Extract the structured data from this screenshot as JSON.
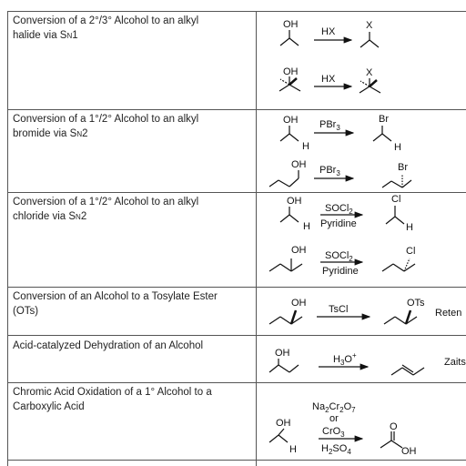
{
  "rows": [
    {
      "label": "Conversion of a 2°/3° Alcohol to an alkyl",
      "label2": "halide via SN1",
      "sub": "N",
      "label2pre": "halide via S",
      "label2post": "1",
      "reagent1": "HX",
      "reagent2": "HX",
      "reactant_label": "OH",
      "product_label": "X"
    },
    {
      "label": "Conversion of a 1°/2° Alcohol to an alkyl",
      "label2pre": "bromide via S",
      "sub": "N",
      "label2post": "2",
      "reagent1": "PBr",
      "reagent1_sub": "3",
      "reagent2": "PBr",
      "reagent2_sub": "3",
      "reactant_label": "OH",
      "product_label": "Br",
      "h_label": "H"
    },
    {
      "label": "Conversion of a 1°/2° Alcohol to an alkyl",
      "label2pre": "chloride via S",
      "sub": "N",
      "label2post": "2",
      "reagent1": "SOCl",
      "reagent1_sub": "2",
      "reagent1b": "Pyridine",
      "reagent2": "SOCl",
      "reagent2_sub": "2",
      "reagent2b": "Pyridine",
      "reactant_label": "OH",
      "product_label": "Cl",
      "h_label": "H"
    },
    {
      "label": "Conversion of an Alcohol to a Tosylate Ester",
      "label2": "(OTs)",
      "reagent1": "TsCl",
      "reactant_label": "OH",
      "product_label": "OTs",
      "note": "Reten"
    },
    {
      "label": "Acid-catalyzed Dehydration of an Alcohol",
      "reagent1": "H",
      "reagent1_sub": "3",
      "reagent1_sup": "O+",
      "reactant_label": "OH",
      "note": "Zaits"
    },
    {
      "label": "Chromic Acid Oxidation of a 1° Alcohol to a",
      "label2": "Carboxylic Acid",
      "reagent_a": "Na",
      "reagent_a_sub": "2",
      "reagent_a_b": "Cr",
      "reagent_a_sub2": "2",
      "reagent_a_c": "O",
      "reagent_a_sub3": "7",
      "reagent_or": "or",
      "reagent_b": "CrO",
      "reagent_b_sub": "3",
      "reagent_c": "H",
      "reagent_c_sub": "2",
      "reagent_c_b": "SO",
      "reagent_c_sub2": "4",
      "reactant_label": "OH",
      "h_label": "H",
      "product_o": "O",
      "product_oh": "OH"
    }
  ]
}
